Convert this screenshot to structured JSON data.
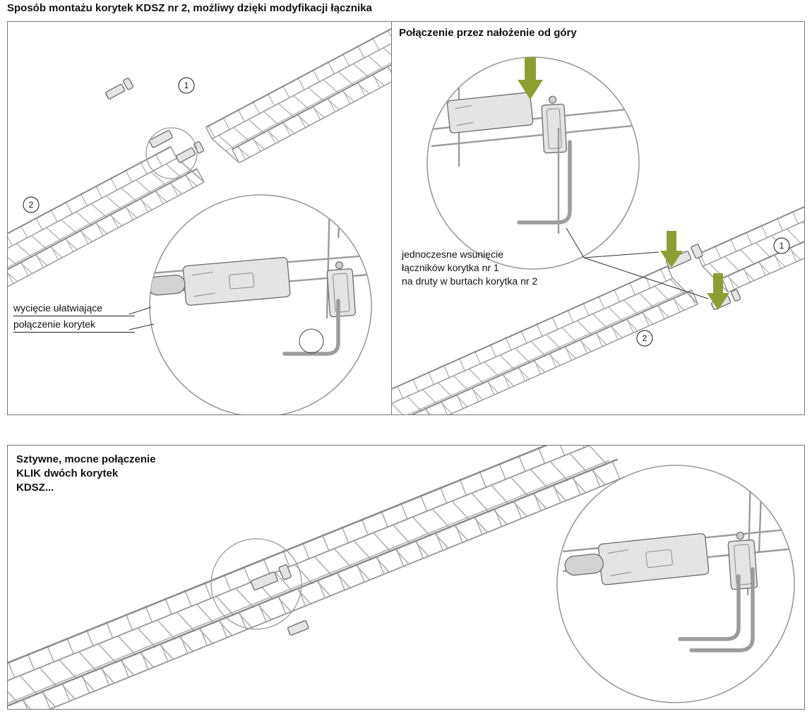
{
  "page": {
    "title": "Sposób montażu korytek KDSZ nr 2, możliwy dzięki modyfikacji łącznika"
  },
  "top_left": {
    "marker_1": "1",
    "marker_2": "2",
    "callout": {
      "line1": "wycięcie ułatwiające",
      "line2": "połączenie korytek"
    }
  },
  "top_right": {
    "title": "Połączenie przez nałożenie od góry",
    "marker_1": "1",
    "marker_2": "2",
    "callout": {
      "line1": "jednoczesne wsunięcie",
      "line2": "łączników korytka nr 1",
      "line3": "na druty w burtach korytka nr 2"
    }
  },
  "bottom": {
    "heading": {
      "line1": "Sztywne, mocne połączenie",
      "line2": "KLIK dwóch korytek",
      "line3": "KDSZ..."
    }
  },
  "colors": {
    "arrow_green": "#8CA032",
    "wire_gray": "#a9a9a9",
    "panel_border": "#777777"
  }
}
